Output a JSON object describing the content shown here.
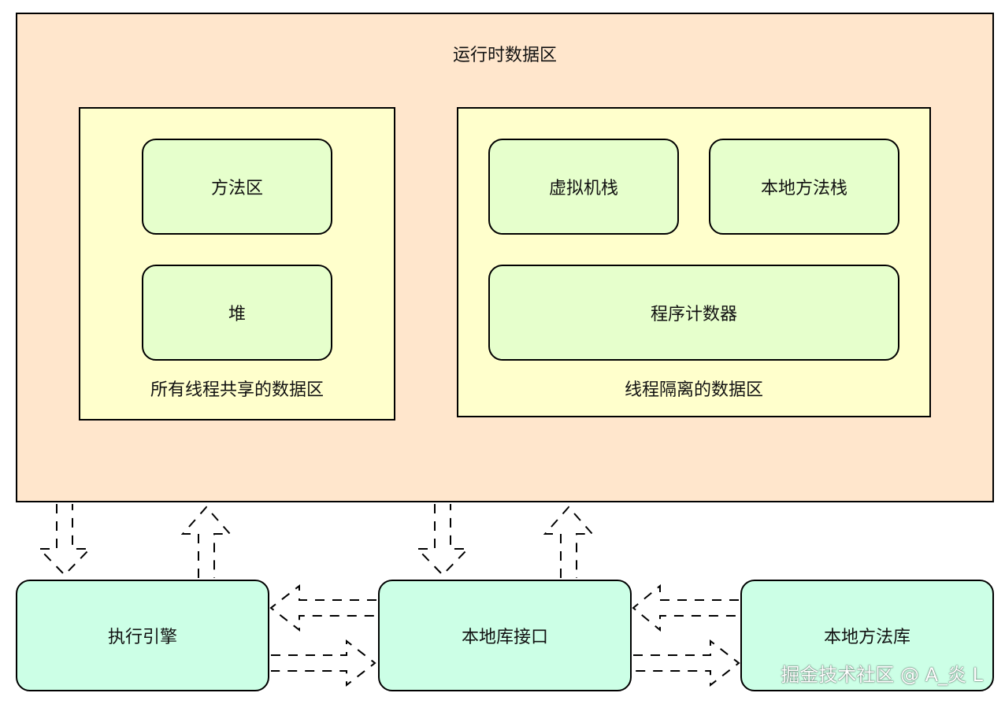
{
  "runtime": {
    "title": "运行时数据区"
  },
  "shared": {
    "caption": "所有线程共享的数据区",
    "method_area": "方法区",
    "heap": "堆"
  },
  "isolated": {
    "caption": "线程隔离的数据区",
    "vm_stack": "虚拟机栈",
    "native_stack": "本地方法栈",
    "pc_register": "程序计数器"
  },
  "bottom": {
    "engine": "执行引擎",
    "native_interface": "本地库接口",
    "native_library": "本地方法库"
  },
  "watermark": "掘金技术社区 @ A_炎 L",
  "colors": {
    "runtime_bg": "#ffe6cc",
    "region_bg": "#ffffcc",
    "inner_box_bg": "#e6ffcc",
    "bottom_box_bg": "#ccffe6",
    "stroke": "#000000"
  }
}
